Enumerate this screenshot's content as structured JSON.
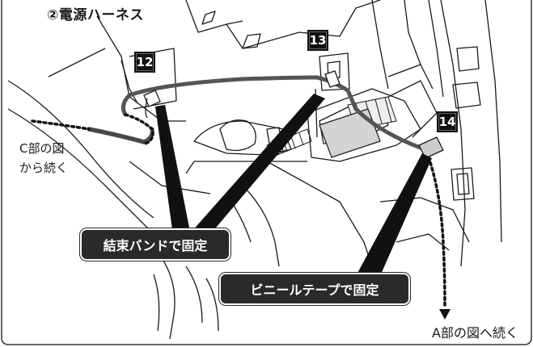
{
  "title": "②電源ハーネス",
  "tags": [
    "12",
    "13",
    "14"
  ],
  "callouts": {
    "cable_tie": "結束バンドで固定",
    "vinyl_tape": "ビニールテープで固定"
  },
  "continuations": {
    "from_c_line1": "C部の図",
    "from_c_line2": "から続く",
    "to_a": "A部の図へ続く"
  },
  "colors": {
    "harness": "#555555",
    "callout_bg": "#2a2a2a",
    "line_art": "#1a1a1a"
  }
}
